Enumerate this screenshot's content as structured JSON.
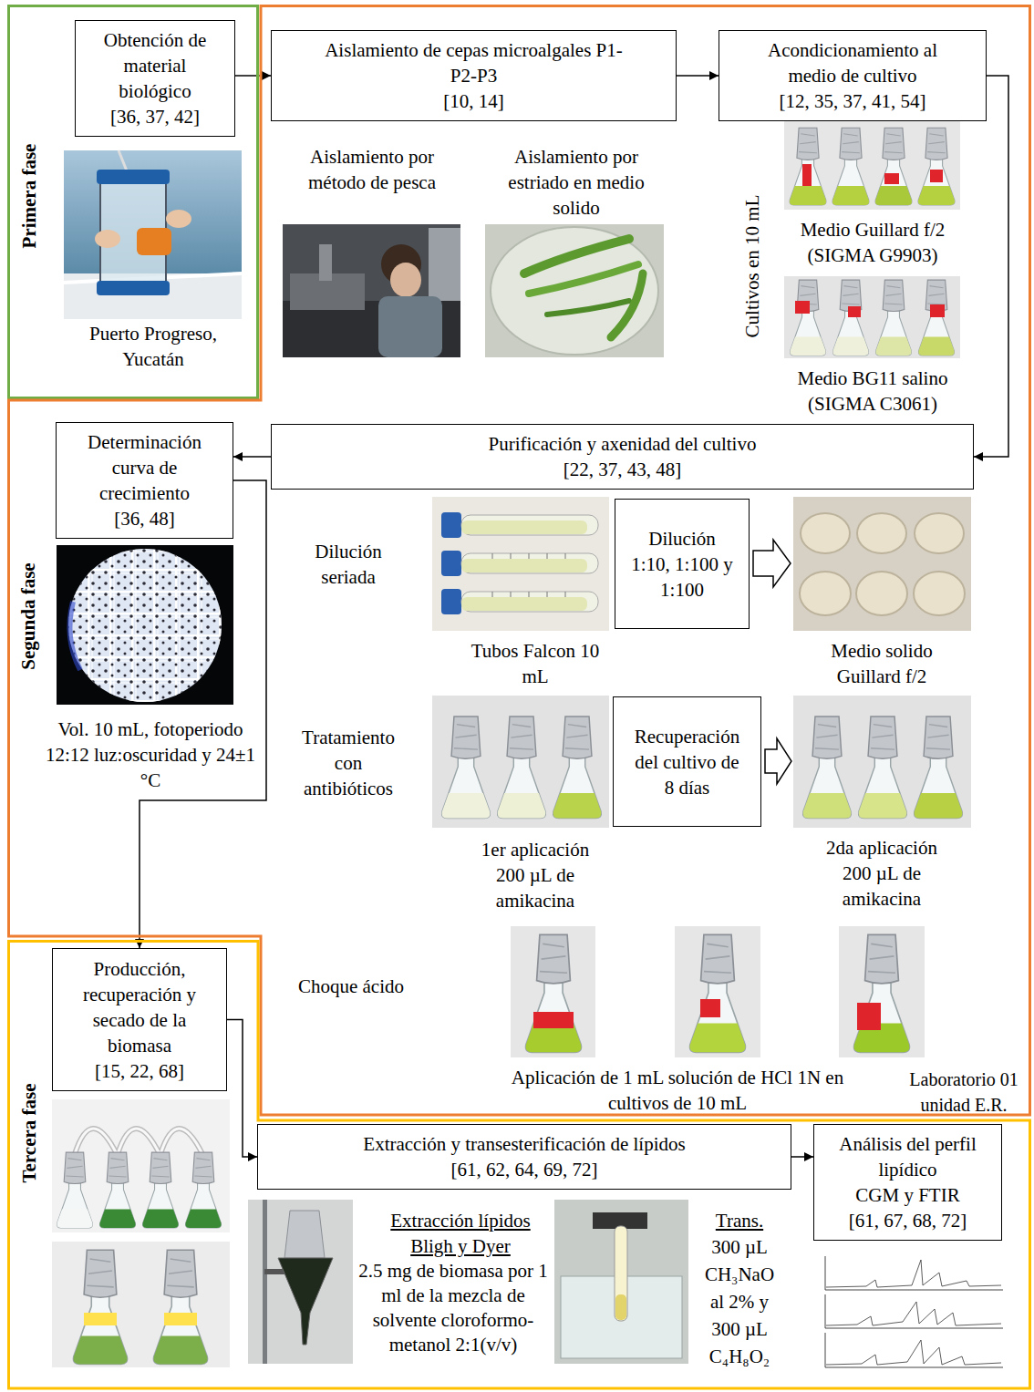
{
  "diagram": {
    "nodes": [
      {
        "text": [
          "Primera fase"
        ]
      },
      {
        "text": [
          "Obtención de material biológico",
          "[36, 37, 42]"
        ],
        "in": 0
      },
      {
        "text": [
          "Segunda fase"
        ]
      },
      {
        "text": [
          "Aislamiento de cepas microalgales P1-P2-P3",
          "[10, 14]"
        ],
        "in": 2
      },
      {
        "text": [
          "Acondicionamiento al medio de cultivo",
          "[12, 35, 37, 41, 54]"
        ],
        "in": 2
      },
      {
        "text": [
          "Purificación y axenidad del cultivo",
          "[22, 37, 43, 48]"
        ],
        "in": 2
      },
      {
        "text": [
          "Determinación curva de crecimiento",
          "[36, 48]"
        ],
        "in": 2
      },
      {
        "text": [
          "Dilución 1:10, 1:100 y 1:100"
        ],
        "in": 2
      },
      {
        "text": [
          "Recuperación del cultivo de 8 días"
        ],
        "in": 2
      },
      {
        "text": [
          "Tercera fase"
        ]
      },
      {
        "text": [
          "Producción, recuperación y secado de la biomasa",
          "[15, 22, 68]"
        ],
        "in": 9
      },
      {
        "text": [
          "Extracción y transesterificación de lípidos",
          "[61, 62, 64, 69, 72]"
        ],
        "in": 9
      },
      {
        "text": [
          "Análisis del perfil lipídico",
          "CGM y FTIR",
          "[61, 67, 68, 72]"
        ],
        "in": 9
      }
    ],
    "edges": [
      {
        "from": 1,
        "to": 3,
        "arrow": "to"
      },
      {
        "from": 3,
        "to": 4,
        "arrow": "to"
      },
      {
        "from": 4,
        "to": 5,
        "arrow": "to"
      },
      {
        "from": 5,
        "to": 6,
        "arrow": "to"
      },
      {
        "from": 6,
        "to": 10,
        "arrow": "to"
      },
      {
        "from": 10,
        "to": 11,
        "arrow": "to"
      },
      {
        "from": 11,
        "to": 12,
        "arrow": "to"
      }
    ],
    "labels": [
      "Puerto Progreso, Yucatán",
      "Aislamiento por método de pesca",
      "Aislamiento por estriado en medio solido",
      "Cultivos en 10 mL",
      "Medio Guillard f/2 (SIGMA G9903)",
      "Medio BG11 salino (SIGMA C3061)",
      "Dilución seriada",
      "Tubos Falcon 10 mL",
      "Medio solido Guillard f/2",
      "Vol. 10 mL, fotoperiodo 12:12 luz:oscuridad y 24±1 °C",
      "Tratamiento con antibióticos",
      "1er aplicación 200 µL de amikacina",
      "2da aplicación 200 µL de amikacina",
      "Choque ácido",
      "Aplicación de 1 mL solución de HCl 1N en cultivos de 10 mL",
      "Laboratorio 01 unidad E.R.",
      "Extracción lípidos Bligh y Dyer",
      "2.5 mg de biomasa por 1 ml de la mezcla de solvente cloroformo-metanol 2:1(v/v)",
      "Trans.",
      "300 µL CH₃NaO al 2% y 300 µL C₄H₈O₂"
    ]
  }
}
